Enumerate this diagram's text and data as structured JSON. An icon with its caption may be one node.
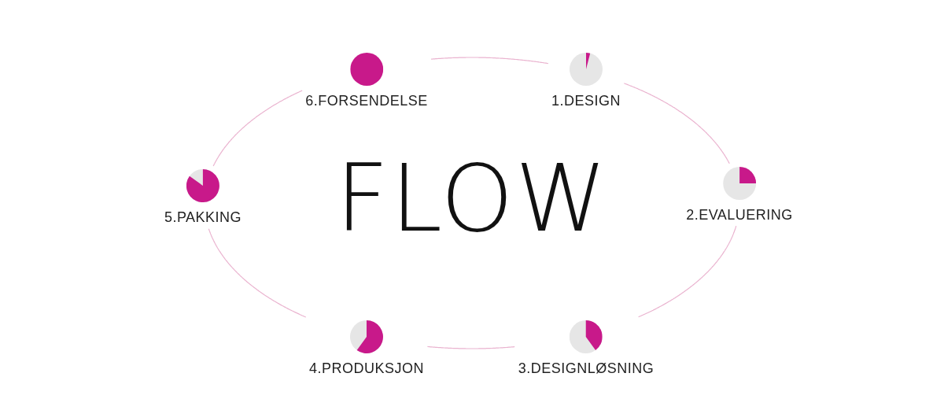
{
  "diagram": {
    "title": "FLOW",
    "nodes": [
      {
        "text": [
          "1.DESIGN"
        ]
      },
      {
        "text": [
          "2.EVALUERING"
        ]
      },
      {
        "text": [
          "3.DESIGNLØSNING"
        ]
      },
      {
        "text": [
          "4.PRODUKSJON"
        ]
      },
      {
        "text": [
          "5.PAKKING"
        ]
      },
      {
        "text": [
          "6.FORSENDELSE"
        ]
      }
    ],
    "edges": [
      {
        "from": 0,
        "to": 1,
        "arrow": "none"
      },
      {
        "from": 1,
        "to": 2,
        "arrow": "none"
      },
      {
        "from": 2,
        "to": 3,
        "arrow": "none"
      },
      {
        "from": 3,
        "to": 4,
        "arrow": "none"
      },
      {
        "from": 4,
        "to": 5,
        "arrow": "none"
      },
      {
        "from": 5,
        "to": 0,
        "arrow": "none"
      }
    ]
  }
}
